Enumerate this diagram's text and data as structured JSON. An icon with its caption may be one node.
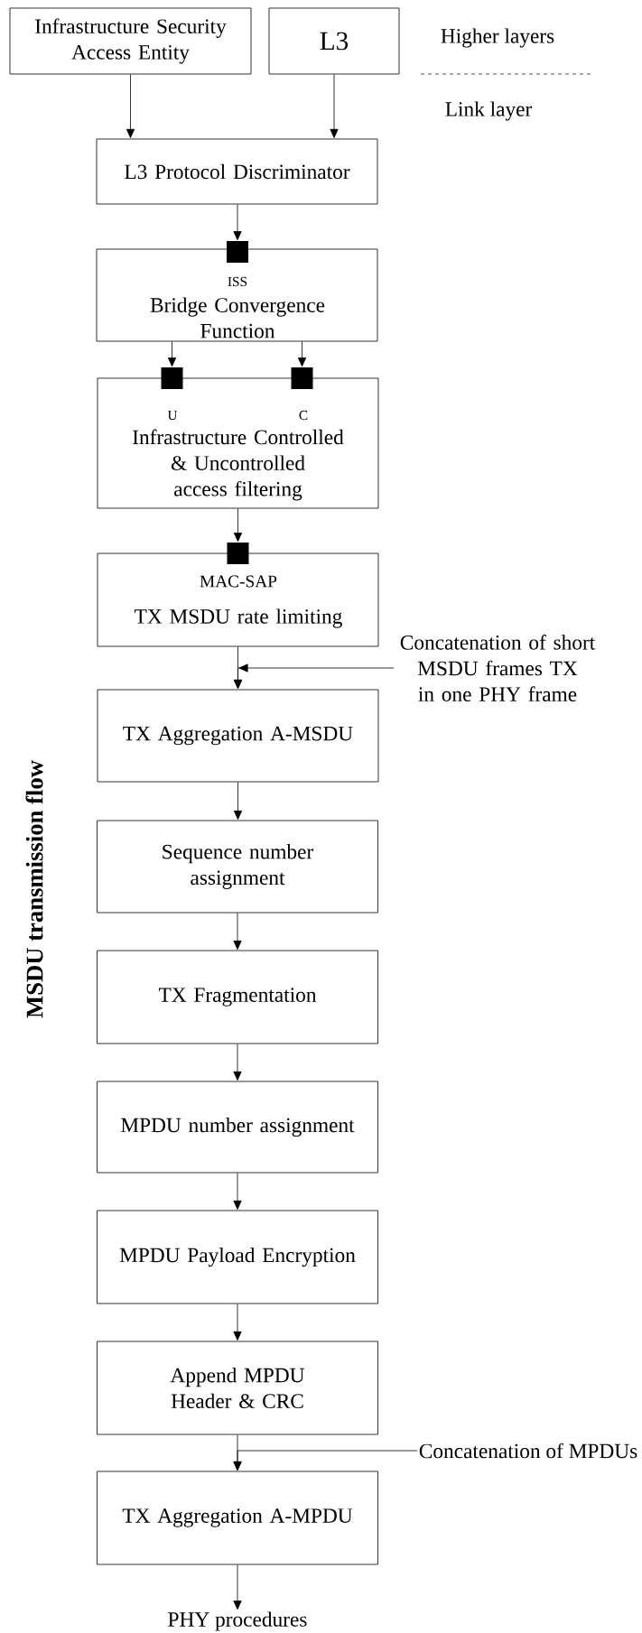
{
  "diagram": {
    "nodes": [
      {
        "text": [
          "Infrastructure Security Access Entity"
        ]
      },
      {
        "text": [
          "L3"
        ]
      },
      {
        "text": [
          "L3 Protocol Discriminator"
        ]
      },
      {
        "text": [],
        "shape": "box"
      },
      {
        "text": [
          "ISS",
          "Bridge Convergence Function"
        ]
      },
      {
        "text": [],
        "shape": "box"
      },
      {
        "text": [],
        "shape": "box"
      },
      {
        "text": [
          "U",
          "C",
          "Infrastructure Controlled & Uncontrolled access filtering"
        ]
      },
      {
        "text": [],
        "shape": "box"
      },
      {
        "text": [
          "MAC-SAP",
          "TX MSDU rate limiting"
        ]
      },
      {
        "text": [
          "Concatenation of short MSDU frames TX in one PHY frame"
        ]
      },
      {
        "text": [
          "TX Aggregation A-MSDU"
        ]
      },
      {
        "text": [
          "Sequence number assignment"
        ]
      },
      {
        "text": [
          "TX Fragmentation"
        ]
      },
      {
        "text": [
          "MPDU number assignment"
        ]
      },
      {
        "text": [
          "MPDU Payload Encryption"
        ]
      },
      {
        "text": [
          "Append MPDU Header & CRC"
        ]
      },
      {
        "text": [
          "Concatenation of MPDUs"
        ]
      },
      {
        "text": [
          "TX Aggregation A-MPDU"
        ]
      },
      {
        "text": [
          "PHY procedures"
        ]
      }
    ],
    "edges": [
      {
        "from": 0,
        "to": 2,
        "arrow": "to"
      },
      {
        "from": 1,
        "to": 2,
        "arrow": "to"
      },
      {
        "from": 2,
        "to": 3,
        "arrow": "to"
      },
      {
        "from": 4,
        "to": 5,
        "arrow": "to"
      },
      {
        "from": 4,
        "to": 6,
        "arrow": "to"
      },
      {
        "from": 7,
        "to": 8,
        "arrow": "to"
      },
      {
        "from": 9,
        "to": 11,
        "arrow": "to"
      },
      {
        "from": 10,
        "to": 11,
        "arrow": "to"
      },
      {
        "from": 11,
        "to": 12,
        "arrow": "to"
      },
      {
        "from": 12,
        "to": 13,
        "arrow": "to"
      },
      {
        "from": 13,
        "to": 14,
        "arrow": "to"
      },
      {
        "from": 14,
        "to": 15,
        "arrow": "to"
      },
      {
        "from": 15,
        "to": 16,
        "arrow": "to"
      },
      {
        "from": 16,
        "to": 18,
        "arrow": "to"
      },
      {
        "from": 17,
        "to": 18,
        "arrow": "to"
      },
      {
        "from": 18,
        "to": 19,
        "arrow": "to"
      }
    ],
    "labels": [
      "Higher layers",
      "Link layer",
      "MSDU transmission flow"
    ]
  }
}
